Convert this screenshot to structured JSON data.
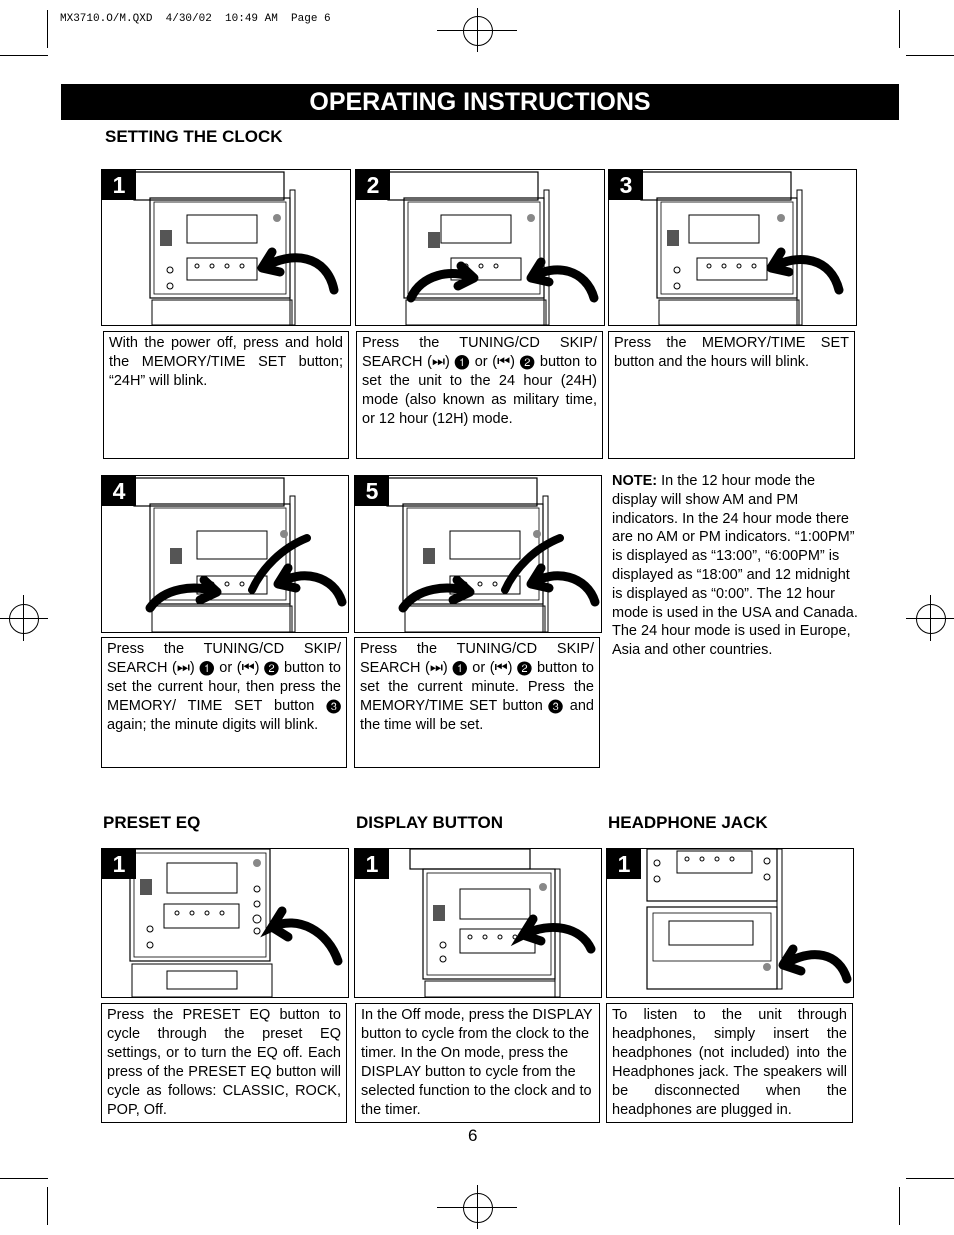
{
  "slug": "MX3710.O/M.QXD  4/30/02  10:49 AM  Page 6",
  "title": "OPERATING INSTRUCTIONS",
  "sections": {
    "clock": "SETTING THE CLOCK",
    "eq": "PRESET EQ",
    "display": "DISPLAY BUTTON",
    "headphone": "HEADPHONE JACK"
  },
  "steps": {
    "s1": {
      "num": "1",
      "text": "With the power off, press and hold the MEMORY/TIME SET button; “24H” will blink."
    },
    "s2": {
      "num": "2",
      "text": "Press the TUNING/CD SKIP/ SEARCH (⏭) ❶ or (⏮) ❷ button to set the unit to the 24 hour (24H) mode (also known as military time, or 12 hour (12H) mode."
    },
    "s3": {
      "num": "3",
      "text": "Press the MEMORY/TIME SET button and the hours will blink."
    },
    "s4": {
      "num": "4",
      "text": "Press the TUNING/CD SKIP/ SEARCH (⏭) ❶ or (⏮) ❷ button to set the current hour, then press the MEMORY/ TIME SET button ❸ again; the minute digits will blink."
    },
    "s5": {
      "num": "5",
      "text": "Press the TUNING/CD SKIP/ SEARCH (⏭) ❶ or (⏮) ❷ button to set the current minute. Press the MEMORY/TIME SET button ❸ and the time will be set."
    },
    "eq": {
      "num": "1",
      "text": "Press the PRESET EQ button to cycle through the preset EQ settings, or to turn the EQ off. Each press of the PRESET EQ button will cycle as follows: CLASSIC, ROCK, POP, Off."
    },
    "display": {
      "num": "1",
      "text": "In the Off mode, press the DISPLAY button to cycle from the clock to the timer. In the On mode, press the DISPLAY button to cycle from the selected function to the clock and to the timer."
    },
    "headphone": {
      "num": "1",
      "text": "To listen to the unit through headphones, simply insert the headphones (not included) into the Headphones jack. The speakers will be disconnected when the headphones are plugged in."
    }
  },
  "note": {
    "label": "NOTE:",
    "text": " In the 12 hour mode the display will show AM and PM indicators. In the 24 hour mode there are no AM or PM indicators. “1:00PM” is displayed as “13:00”, “6:00PM” is displayed as “18:00” and 12 midnight is displayed as “0:00”. The 12 hour mode is used in the USA and Canada. The 24 hour mode is used in Europe, Asia and other countries."
  },
  "page_number": "6"
}
